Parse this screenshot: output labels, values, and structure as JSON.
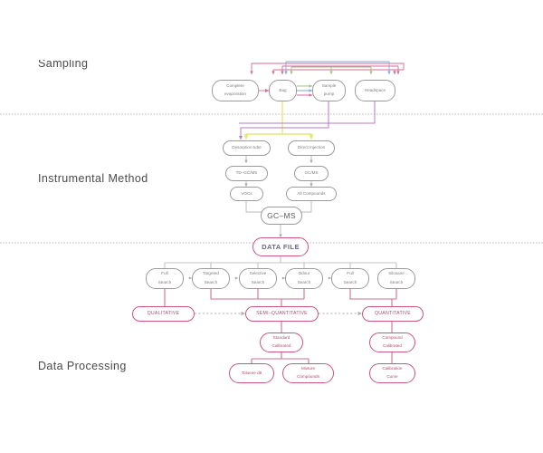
{
  "figure": {
    "title": "Analytical workflow flowchart",
    "sections": [
      {
        "id": "sampling",
        "label": "Sampling"
      },
      {
        "id": "instrumental",
        "label": "Instrumental  Method"
      },
      {
        "id": "processing",
        "label": "Data  Processing"
      }
    ]
  },
  "colors": {
    "pink": "#c9577e",
    "pink_line": "#cf6f90",
    "magenta": "#d76a9e",
    "blue": "#7fa8d8",
    "green": "#9fc48a",
    "yellow": "#e8e67a",
    "purple": "#b07cc0",
    "gray": "#9b9b9b",
    "gray_text": "#7d7d7d",
    "divider": "#b9b9c6",
    "label_text": "#4a4a4a"
  },
  "sampling": {
    "nodes": [
      {
        "id": "complete-evaporation",
        "line1": "Complete",
        "line2": "evaporation"
      },
      {
        "id": "bag",
        "line1": "Bag",
        "line2": ""
      },
      {
        "id": "sample-pump",
        "line1": "Sample",
        "line2": "pump"
      },
      {
        "id": "headspace",
        "line1": "Headspace",
        "line2": ""
      }
    ]
  },
  "instrumental": {
    "left_chain": [
      {
        "id": "desorption-tube",
        "label": "Desorption tube"
      },
      {
        "id": "td-gcms",
        "label": "TD–GC/MS"
      },
      {
        "id": "vocs",
        "label": "VOCs"
      }
    ],
    "right_chain": [
      {
        "id": "direct-injection",
        "label": "Direct Injection"
      },
      {
        "id": "gcms",
        "label": "GC/MS"
      },
      {
        "id": "all-compounds",
        "label": "All Compounds"
      }
    ],
    "merge": {
      "id": "gc-ms",
      "label": "GC–MS"
    }
  },
  "data_file": {
    "id": "data-file",
    "label": "DATA FILE"
  },
  "searches": [
    {
      "id": "full-search-1",
      "line1": "Full",
      "line2": "Search"
    },
    {
      "id": "targeted-search",
      "line1": "Targeted",
      "line2": "Search"
    },
    {
      "id": "selective-search",
      "line1": "Selective",
      "line2": "Search"
    },
    {
      "id": "odour-search",
      "line1": "Odour",
      "line2": "Search"
    },
    {
      "id": "full-search-2",
      "line1": "Full",
      "line2": "Search"
    },
    {
      "id": "siloxane-search",
      "line1": "Siloxane",
      "line2": "Search"
    }
  ],
  "quant_levels": [
    {
      "id": "qualitative",
      "label": "QUALITATIVE"
    },
    {
      "id": "semi-quantitative",
      "label": "SEMI–QUANTITATIVE"
    },
    {
      "id": "quantitative",
      "label": "QUANTITATIVE"
    }
  ],
  "calibration": [
    {
      "id": "standard-calibrated",
      "line1": "Standard",
      "line2": "Calibrated"
    },
    {
      "id": "compound-calibrated",
      "line1": "Compound",
      "line2": "Calibrated"
    }
  ],
  "standards": [
    {
      "id": "toluene-d8",
      "line1": "Toluene d8",
      "line2": ""
    },
    {
      "id": "mixture-compounds",
      "line1": "Mixture",
      "line2": "Compounds"
    },
    {
      "id": "calibration-curve",
      "line1": "Calibration",
      "line2": "Curve"
    }
  ]
}
